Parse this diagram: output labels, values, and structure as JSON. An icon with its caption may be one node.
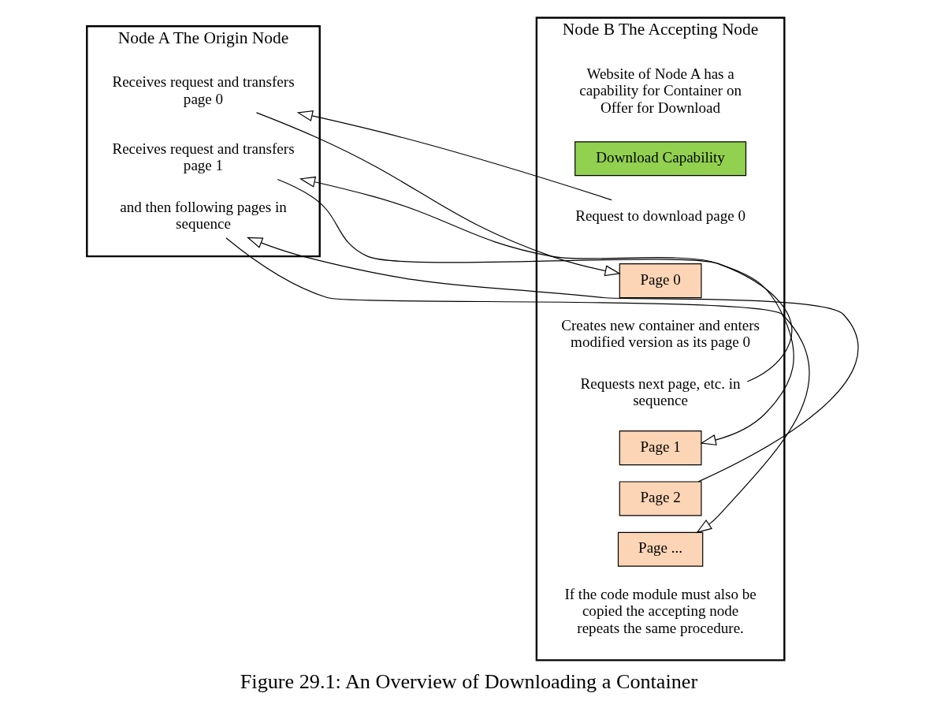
{
  "diagram": {
    "caption": "Figure 29.1: An Overview of Downloading a Container",
    "nodes": [
      {
        "text": [
          "Node A The Origin Node"
        ]
      },
      {
        "text": [
          "Receives request and transfers page 0"
        ],
        "in": 0
      },
      {
        "text": [
          "Receives request and transfers page 1"
        ],
        "in": 0
      },
      {
        "text": [
          "and then following pages in sequence"
        ],
        "in": 0
      },
      {
        "text": [
          "Node B The Accepting Node"
        ]
      },
      {
        "text": [
          "Website of Node A has a capability for Container on Offer for Download"
        ],
        "in": 4
      },
      {
        "text": [
          "Download Capability"
        ],
        "in": 4
      },
      {
        "text": [
          "Request to download page 0"
        ],
        "in": 4
      },
      {
        "text": [
          "Page 0"
        ],
        "in": 4
      },
      {
        "text": [
          "Creates new container and enters modified version as its page 0"
        ],
        "in": 4
      },
      {
        "text": [
          "Requests next page, etc. in sequence"
        ],
        "in": 4
      },
      {
        "text": [
          "Page 1"
        ],
        "in": 4
      },
      {
        "text": [
          "Page 2"
        ],
        "in": 4
      },
      {
        "text": [
          "Page ..."
        ],
        "in": 4
      },
      {
        "text": [
          "If the code module must also be copied the accepting node repeats the same procedure."
        ],
        "in": 4
      }
    ],
    "edges": [
      {
        "from": 7,
        "to": 1,
        "arrow": "to"
      },
      {
        "from": 1,
        "to": 8,
        "arrow": "to"
      },
      {
        "from": 10,
        "to": 2,
        "arrow": "to"
      },
      {
        "from": 2,
        "to": 11,
        "arrow": "to"
      },
      {
        "from": 12,
        "to": 3,
        "arrow": "to"
      },
      {
        "from": 3,
        "to": 13,
        "arrow": "to"
      }
    ]
  }
}
